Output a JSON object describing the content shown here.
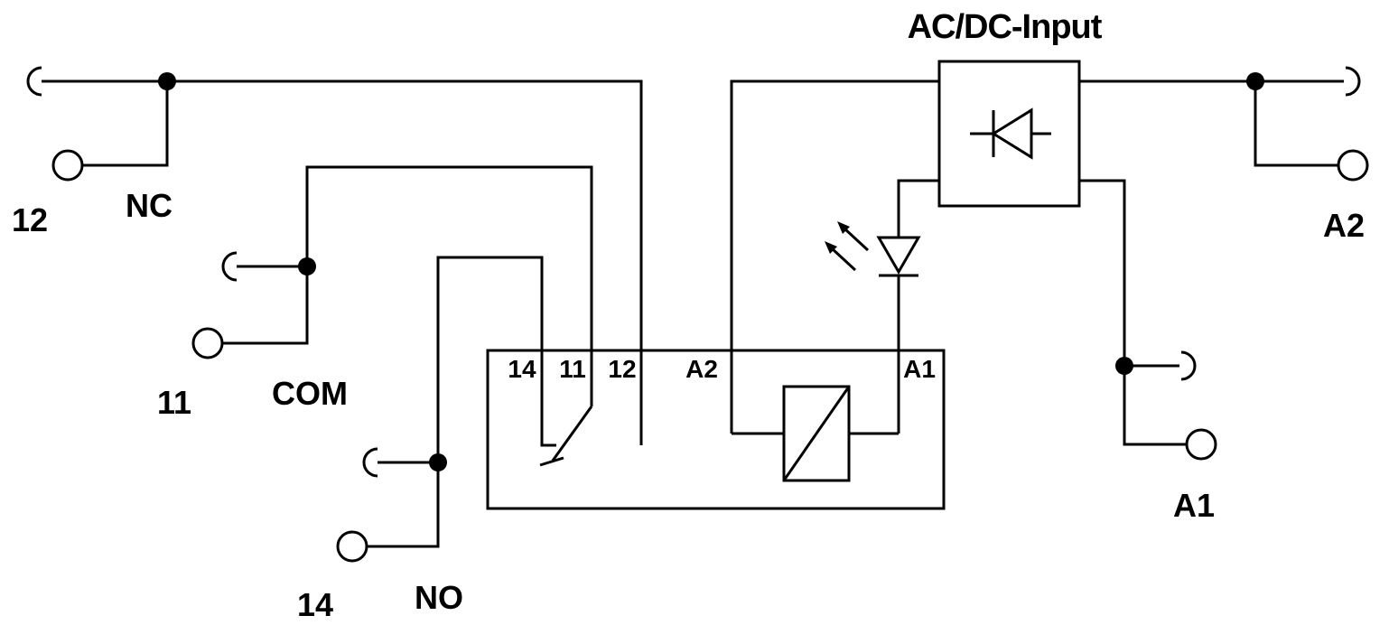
{
  "diagram": {
    "input_label": "AC/DC-Input",
    "left_terminals": {
      "t12": {
        "number": "12",
        "contact": "NC"
      },
      "t11": {
        "number": "11",
        "contact": "COM"
      },
      "t14": {
        "number": "14",
        "contact": "NO"
      }
    },
    "right_terminals": {
      "a2": "A2",
      "a1": "A1"
    },
    "relay_pins": {
      "p14": "14",
      "p11": "11",
      "p12": "12",
      "pa2": "A2",
      "pa1": "A1"
    },
    "colors": {
      "line": "#000000",
      "background": "#ffffff"
    }
  }
}
